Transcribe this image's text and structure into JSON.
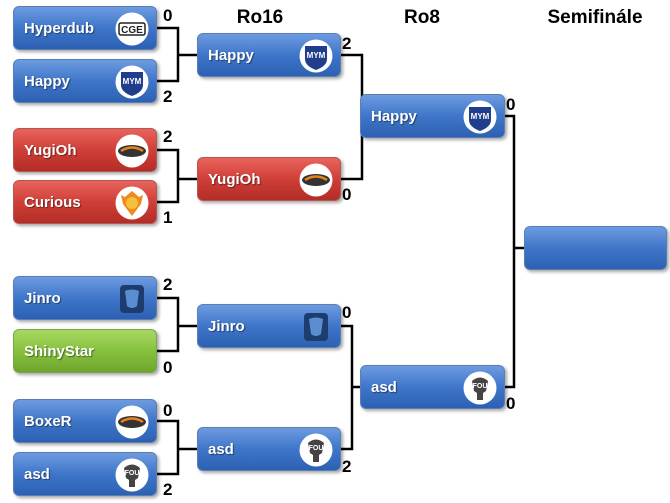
{
  "rounds": {
    "ro16": "Ro16",
    "ro8": "Ro8",
    "semi": "Semifinále"
  },
  "players": {
    "hyperdub": "Hyperdub",
    "happy": "Happy",
    "yugioh": "YugiOh",
    "curious": "Curious",
    "jinro": "Jinro",
    "shinystar": "ShinyStar",
    "boxer": "BoxeR",
    "asd": "asd"
  },
  "logos": {
    "cge": "CGE",
    "mym": "MYM",
    "fou": "FOU"
  },
  "scores": {
    "r1_hyperdub": "0",
    "r1_happy": "2",
    "r1_yugioh": "2",
    "r1_curious": "1",
    "r1_jinro": "2",
    "r1_shinystar": "0",
    "r1_boxer": "0",
    "r1_asd": "2",
    "r2_happy": "2",
    "r2_yugioh": "0",
    "r2_jinro": "0",
    "r2_asd": "2",
    "r3_happy": "0",
    "r3_asd": "0"
  },
  "colors": {
    "blue": "#3f76c9",
    "red": "#cf3f37",
    "green": "#86c13d",
    "line": "#000000"
  },
  "icons": {
    "cge": "cge-team-logo",
    "mym": "mym-team-logo",
    "fnatic": "fnatic-team-logo",
    "phoenix": "phoenix-logo",
    "liquid": "team-liquid-logo",
    "fou": "fou-skull-logo"
  }
}
